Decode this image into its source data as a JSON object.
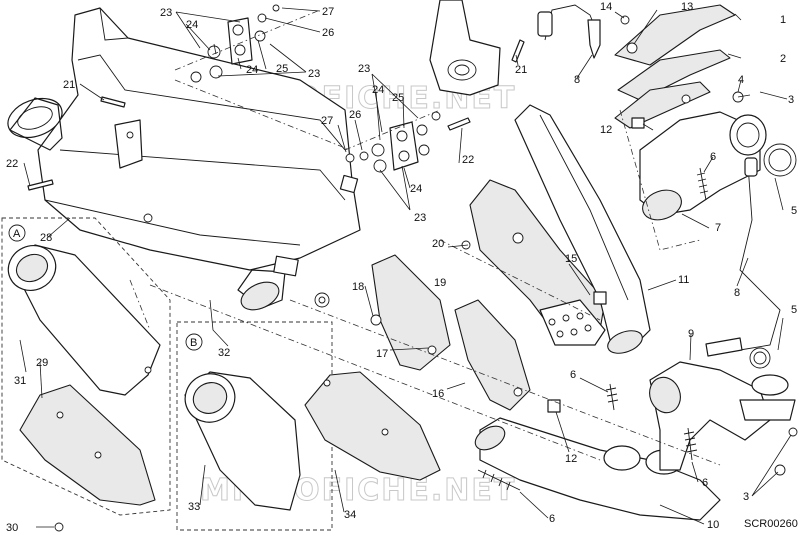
{
  "diagram": {
    "code": "SCR00260",
    "watermark": "MICROFICHE.NET",
    "group_a": "A",
    "group_b": "B"
  },
  "labels": [
    {
      "id": "l1",
      "text": "1"
    },
    {
      "id": "l2",
      "text": "2"
    },
    {
      "id": "l3a",
      "text": "3"
    },
    {
      "id": "l3b",
      "text": "3"
    },
    {
      "id": "l4",
      "text": "4"
    },
    {
      "id": "l5a",
      "text": "5"
    },
    {
      "id": "l5b",
      "text": "5"
    },
    {
      "id": "l6a",
      "text": "6"
    },
    {
      "id": "l6b",
      "text": "6"
    },
    {
      "id": "l6c",
      "text": "6"
    },
    {
      "id": "l6d",
      "text": "6"
    },
    {
      "id": "l7",
      "text": "7"
    },
    {
      "id": "l8a",
      "text": "8"
    },
    {
      "id": "l8b",
      "text": "8"
    },
    {
      "id": "l9",
      "text": "9"
    },
    {
      "id": "l10",
      "text": "10"
    },
    {
      "id": "l11",
      "text": "11"
    },
    {
      "id": "l12a",
      "text": "12"
    },
    {
      "id": "l12b",
      "text": "12"
    },
    {
      "id": "l13",
      "text": "13"
    },
    {
      "id": "l14",
      "text": "14"
    },
    {
      "id": "l15",
      "text": "15"
    },
    {
      "id": "l16",
      "text": "16"
    },
    {
      "id": "l17",
      "text": "17"
    },
    {
      "id": "l18",
      "text": "18"
    },
    {
      "id": "l19",
      "text": "19"
    },
    {
      "id": "l20",
      "text": "20"
    },
    {
      "id": "l21a",
      "text": "21"
    },
    {
      "id": "l21b",
      "text": "21"
    },
    {
      "id": "l22a",
      "text": "22"
    },
    {
      "id": "l22b",
      "text": "22"
    },
    {
      "id": "l23a",
      "text": "23"
    },
    {
      "id": "l23b",
      "text": "23"
    },
    {
      "id": "l23c",
      "text": "23"
    },
    {
      "id": "l23d",
      "text": "23"
    },
    {
      "id": "l24a",
      "text": "24"
    },
    {
      "id": "l24b",
      "text": "24"
    },
    {
      "id": "l24c",
      "text": "24"
    },
    {
      "id": "l24d",
      "text": "24"
    },
    {
      "id": "l25a",
      "text": "25"
    },
    {
      "id": "l25b",
      "text": "25"
    },
    {
      "id": "l26a",
      "text": "26"
    },
    {
      "id": "l26b",
      "text": "26"
    },
    {
      "id": "l27a",
      "text": "27"
    },
    {
      "id": "l27b",
      "text": "27"
    },
    {
      "id": "l28",
      "text": "28"
    },
    {
      "id": "l29",
      "text": "29"
    },
    {
      "id": "l30",
      "text": "30"
    },
    {
      "id": "l31",
      "text": "31"
    },
    {
      "id": "l32",
      "text": "32"
    },
    {
      "id": "l33",
      "text": "33"
    },
    {
      "id": "l34",
      "text": "34"
    }
  ]
}
